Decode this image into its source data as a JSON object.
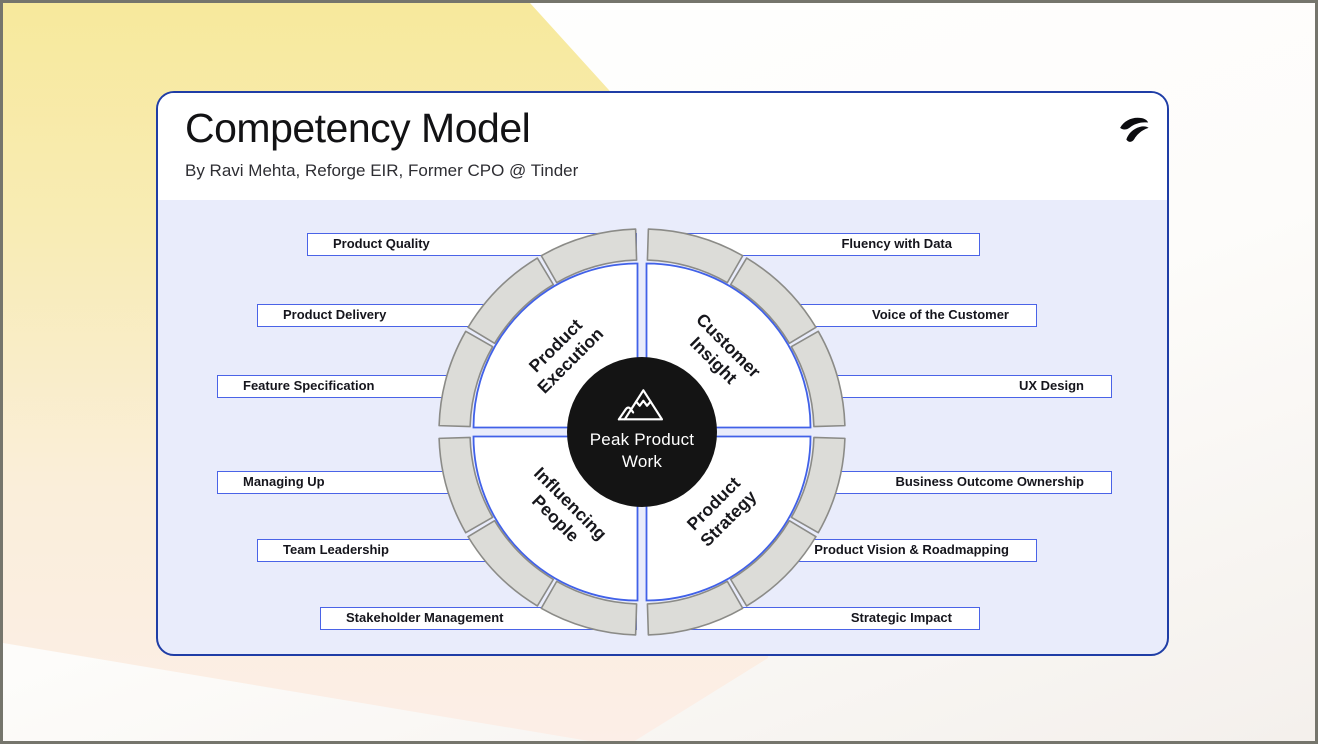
{
  "header": {
    "title": "Competency Model",
    "subtitle": "By Ravi Mehta, Reforge EIR, Former CPO @ Tinder",
    "logo": "reforge-logo"
  },
  "center": {
    "icon": "mountain-icon",
    "label_line1": "Peak Product",
    "label_line2": "Work"
  },
  "quadrants": [
    {
      "name": "Product Execution",
      "line1": "Product",
      "line2": "Execution",
      "position": "top-left",
      "competencies": [
        "Product Quality",
        "Product Delivery",
        "Feature Specification"
      ]
    },
    {
      "name": "Customer Insight",
      "line1": "Customer",
      "line2": "Insight",
      "position": "top-right",
      "competencies": [
        "Fluency with Data",
        "Voice of the Customer",
        "UX Design"
      ]
    },
    {
      "name": "Influencing People",
      "line1": "Influencing",
      "line2": "People",
      "position": "bottom-left",
      "competencies": [
        "Managing Up",
        "Team Leadership",
        "Stakeholder Management"
      ]
    },
    {
      "name": "Product Strategy",
      "line1": "Product",
      "line2": "Strategy",
      "position": "bottom-right",
      "competencies": [
        "Business Outcome Ownership",
        "Product Vision & Roadmapping",
        "Strategic Impact"
      ]
    }
  ],
  "labels_left": [
    "Product Quality",
    "Product Delivery",
    "Feature Specification",
    "Managing Up",
    "Team Leadership",
    "Stakeholder Management"
  ],
  "labels_right": [
    "Fluency with Data",
    "Voice of the Customer",
    "UX Design",
    "Business Outcome Ownership",
    "Product Vision & Roadmapping",
    "Strategic Impact"
  ],
  "colors": {
    "card_border": "#1f3da6",
    "body_bg": "#e9ecfb",
    "accent_blue": "#4161e8",
    "box_border": "#4a63e7",
    "ring_fill": "#dcdcd8",
    "ring_stroke": "#8b8b87",
    "center_bg": "#141414",
    "bg_yellow": "#f7e99c",
    "bg_peach": "#fceee7",
    "logo_black": "#0c0c0f"
  }
}
